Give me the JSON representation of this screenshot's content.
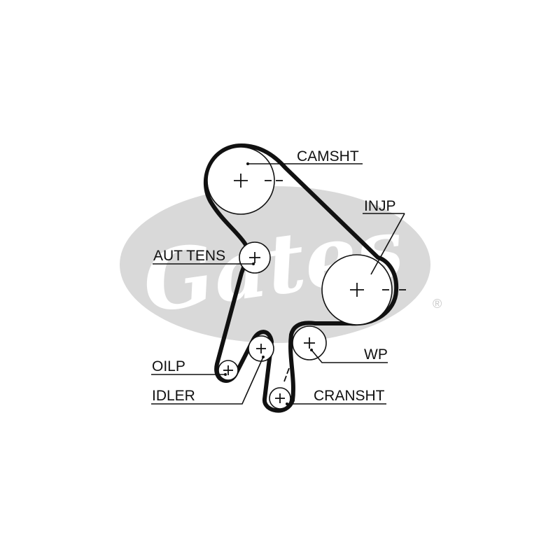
{
  "watermark": {
    "brand": "Gates",
    "registered": "®"
  },
  "labels": {
    "camshaft": "CAMSHT",
    "injection_pump": "INJP",
    "auto_tensioner": "AUT TENS",
    "oil_pump": "OILP",
    "idler": "IDLER",
    "water_pump": "WP",
    "crankshaft": "CRANSHT"
  },
  "colors": {
    "belt": "#111111",
    "watermark": "#d9d9d9",
    "background": "#ffffff"
  }
}
